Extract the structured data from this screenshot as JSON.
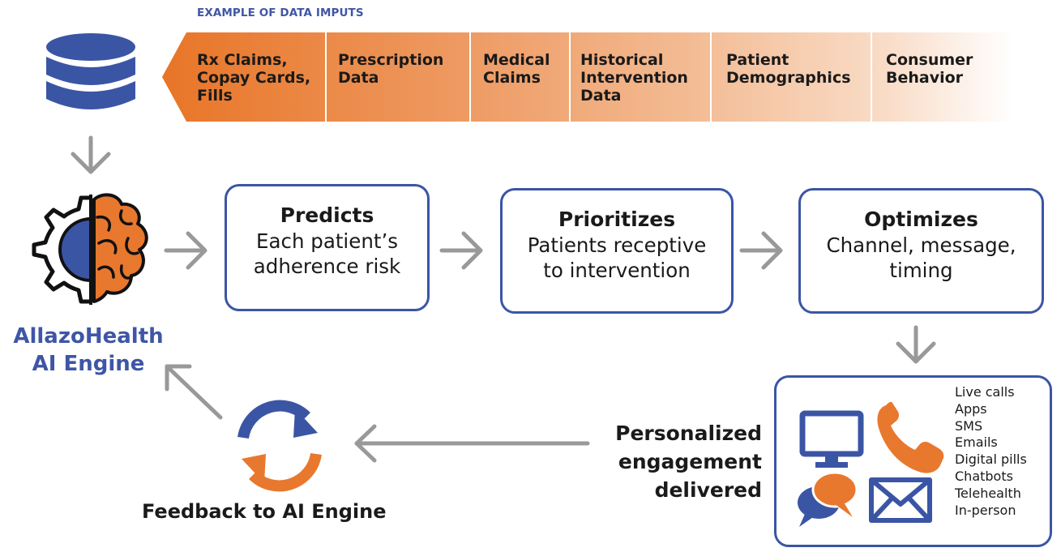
{
  "colors": {
    "blue": "#3b55a5",
    "orange": "#e8782e",
    "arrow_gray": "#999999"
  },
  "inputs": {
    "title": "EXAMPLE OF DATA IMPUTS",
    "items": [
      {
        "lines": [
          "Rx Claims,",
          "Copay Cards,",
          "Fills"
        ]
      },
      {
        "lines": [
          "Prescription",
          "Data"
        ]
      },
      {
        "lines": [
          "Medical",
          "Claims"
        ]
      },
      {
        "lines": [
          "Historical",
          "Intervention",
          "Data"
        ]
      },
      {
        "lines": [
          "Patient",
          "Demographics"
        ]
      },
      {
        "lines": [
          "Consumer",
          "Behavior"
        ]
      }
    ]
  },
  "engine": {
    "title_line1": "AllazoHealth",
    "title_line2": "AI Engine"
  },
  "steps": [
    {
      "title": "Predicts",
      "desc_line1": "Each patient’s",
      "desc_line2": "adherence risk"
    },
    {
      "title": "Prioritizes",
      "desc_line1": "Patients receptive",
      "desc_line2": "to intervention"
    },
    {
      "title": "Optimizes",
      "desc_line1": "Channel, message,",
      "desc_line2": "timing"
    }
  ],
  "engagement": {
    "line1": "Personalized",
    "line2": "engagement",
    "line3": "delivered"
  },
  "channels": [
    "Live calls",
    "Apps",
    "SMS",
    "Emails",
    "Digital pills",
    "Chatbots",
    "Telehealth",
    "In-person"
  ],
  "feedback": {
    "label": "Feedback to AI Engine"
  },
  "icons": [
    "database-icon",
    "ai-engine-gear-brain-icon",
    "refresh-cycle-icon",
    "monitor-icon",
    "phone-icon",
    "chat-bubbles-icon",
    "envelope-icon"
  ]
}
